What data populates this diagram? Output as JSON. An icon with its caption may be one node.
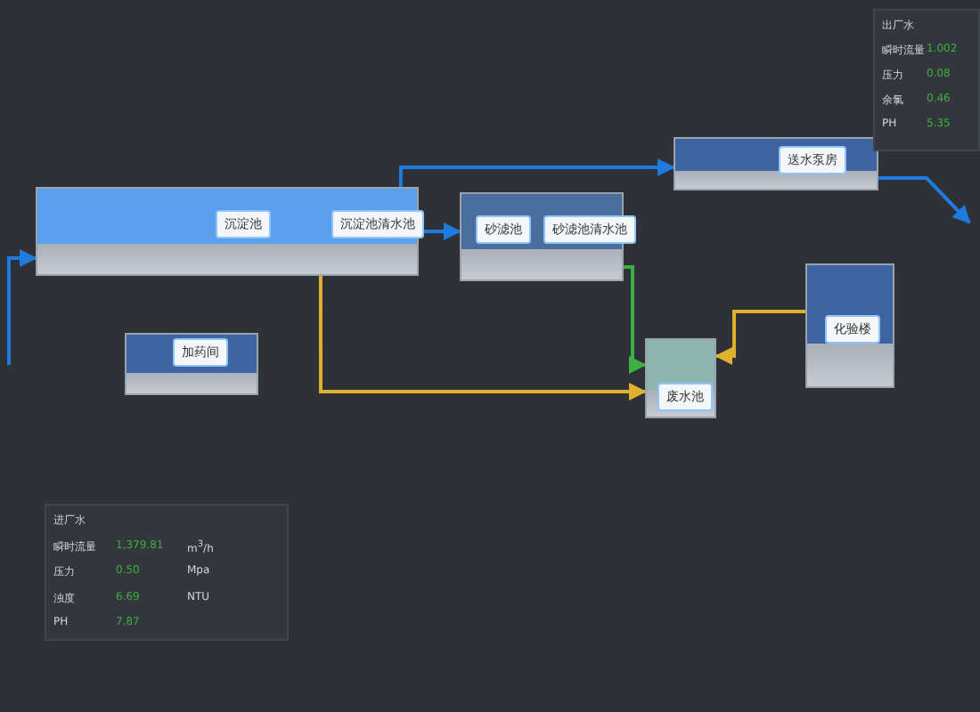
{
  "diagram": {
    "nodes": [
      {
        "text": [
          "沉淀池",
          "沉淀池清水池"
        ]
      },
      {
        "text": [
          "砂滤池",
          "砂滤池清水池"
        ]
      },
      {
        "text": [
          "送水泵房"
        ]
      },
      {
        "text": [
          "加药间"
        ]
      },
      {
        "text": [
          "化验楼"
        ]
      },
      {
        "text": [
          "废水池"
        ]
      }
    ],
    "edges": [
      {
        "from": 0,
        "to": 1,
        "arrow": "to"
      },
      {
        "from": 0,
        "to": 2,
        "arrow": "to"
      },
      {
        "from": 2,
        "to": null,
        "arrow": "to"
      },
      {
        "from": 1,
        "to": 5,
        "arrow": "to",
        "color": "#3cb043"
      },
      {
        "from": 0,
        "to": 5,
        "arrow": "to",
        "color": "#e0b030"
      },
      {
        "from": 4,
        "to": 5,
        "arrow": "to",
        "color": "#e0b030"
      },
      {
        "from": null,
        "to": 0,
        "arrow": "to"
      }
    ],
    "labels": [
      "出厂水",
      "瞬时流量",
      "1.002",
      "压力",
      "0.08",
      "余氯",
      "0.46",
      "PH",
      "5.35",
      "进厂水",
      "瞬时流量",
      "1,379.81",
      "m$^{3}$/h",
      "压力",
      "0.50",
      "Mpa",
      "浊度",
      "6.69",
      "NTU",
      "PH",
      "7.87"
    ]
  }
}
